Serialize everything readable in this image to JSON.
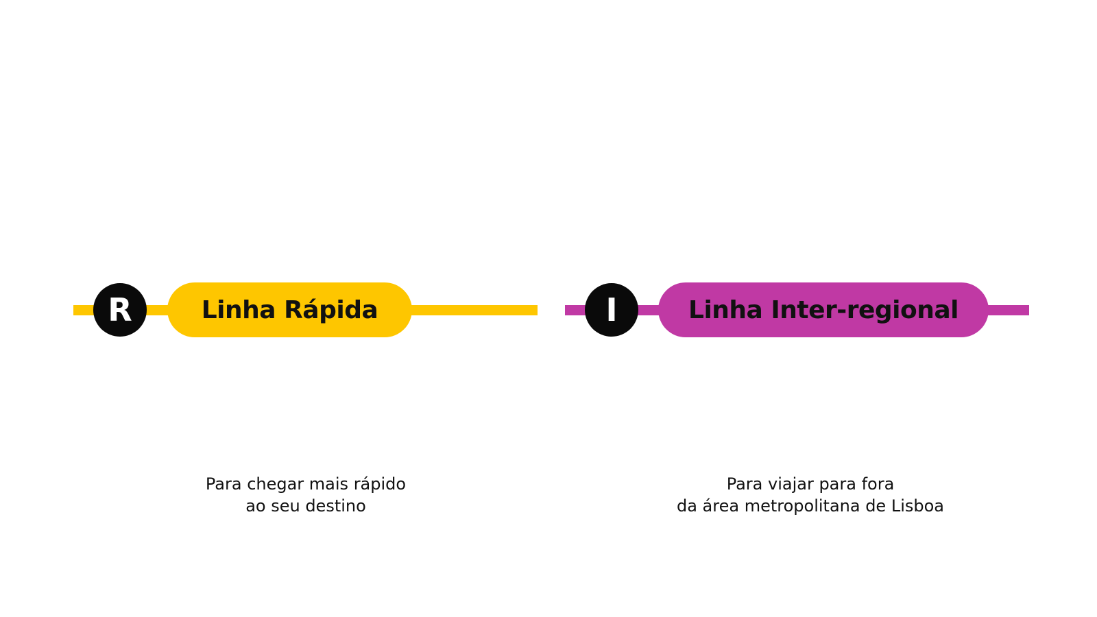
{
  "lines": [
    {
      "badge": "R",
      "name": "Linha Rápida",
      "color": "#fec600",
      "caption": [
        "Para chegar mais rápido",
        "ao seu destino"
      ]
    },
    {
      "badge": "I",
      "name": "Linha Inter-regional",
      "color": "#c039a4",
      "caption": [
        "Para viajar para fora",
        "da área metropolitana de Lisboa"
      ]
    }
  ]
}
